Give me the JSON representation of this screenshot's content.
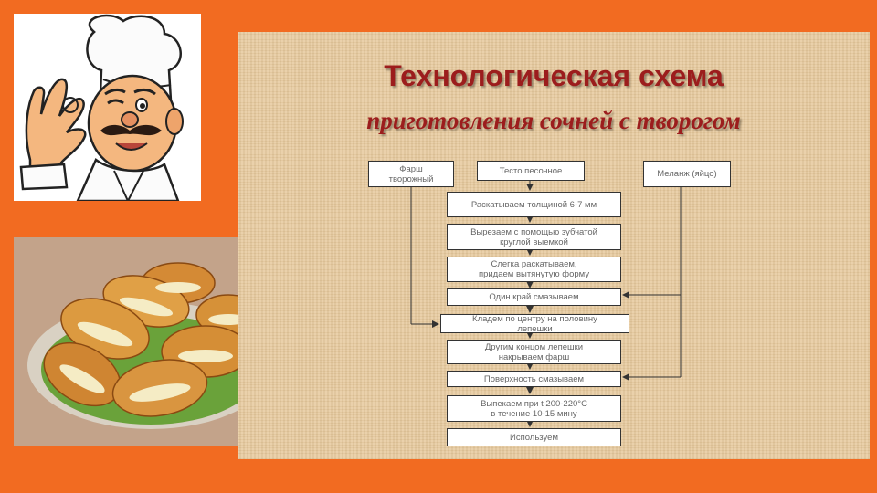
{
  "title": {
    "line1": "Технологическая схема",
    "line2": "приготовления сочней с творогом"
  },
  "diagram": {
    "inputs": {
      "filling": "Фарш\nтворожный",
      "dough": "Тесто песочное",
      "melange": "Меланж (яйцо)"
    },
    "steps": [
      "Раскатываем толщиной 6-7 мм",
      "Вырезаем с помощью зубчатой\nкруглой выемкой",
      "Слегка раскатываем,\nпридаем вытянутую форму",
      "Один край смазываем",
      "Кладем по центру на половину\nлепешки",
      "Другим концом лепешки\nнакрываем фарш",
      "Поверхность смазываем",
      "Выпекаем при t 200-220°C\nв течение 10-15 мину",
      "Используем"
    ]
  },
  "colors": {
    "background": "#f26b21",
    "slide": "#e7ca9f",
    "title": "#9c1d1d"
  }
}
